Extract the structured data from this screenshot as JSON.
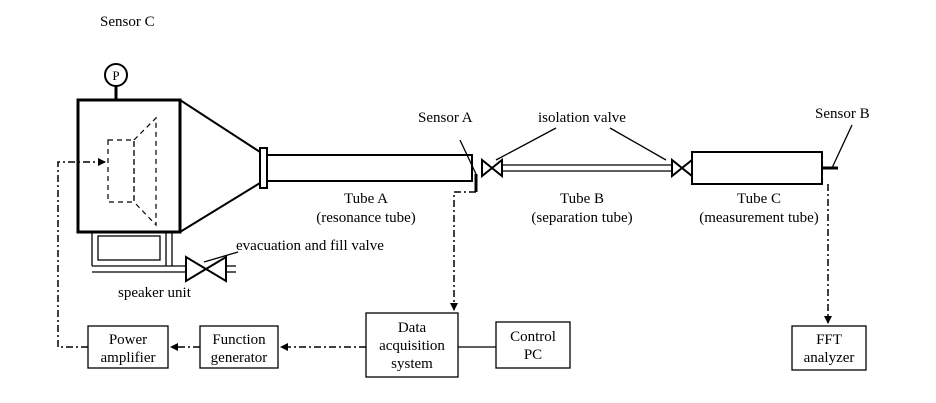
{
  "labels": {
    "sensor_c": "Sensor C",
    "pressure_gauge": "P",
    "sensor_a": "Sensor A",
    "sensor_b": "Sensor B",
    "isolation_valve": "isolation valve",
    "evacuation_valve": "evacuation and fill valve",
    "speaker_unit": "speaker unit",
    "tube_a": [
      "Tube A",
      "(resonance tube)"
    ],
    "tube_b": [
      "Tube B",
      "(separation tube)"
    ],
    "tube_c": [
      "Tube C",
      "(measurement tube)"
    ]
  },
  "boxes": {
    "power_amplifier": [
      "Power",
      "amplifier"
    ],
    "function_generator": [
      "Function",
      "generator"
    ],
    "data_acquisition": [
      "Data",
      "acquisition",
      "system"
    ],
    "control_pc": [
      "Control",
      "PC"
    ],
    "fft_analyzer": [
      "FFT",
      "analyzer"
    ]
  }
}
